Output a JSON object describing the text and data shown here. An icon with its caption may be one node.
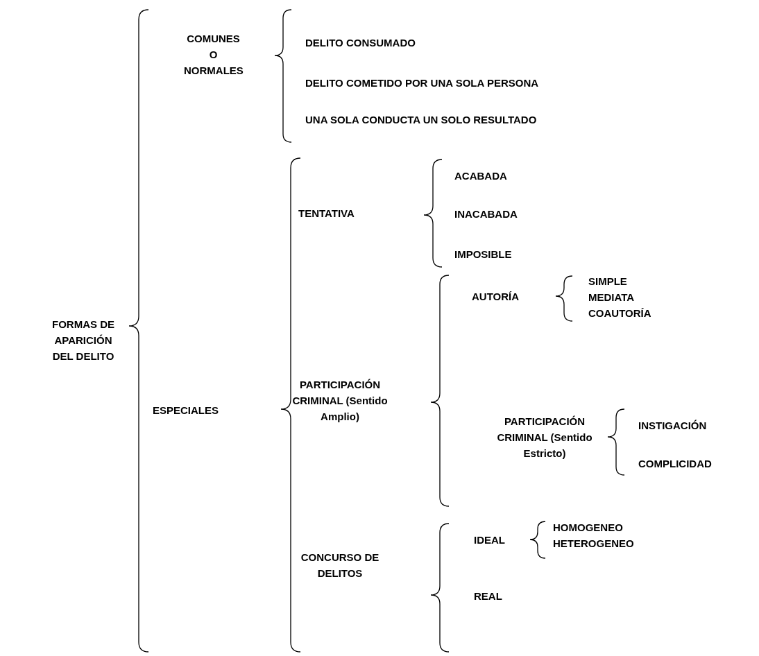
{
  "diagram": {
    "labels": [
      "FORMAS DE APARICIÓN DEL DELITO",
      "COMUNES O NORMALES",
      "DELITO CONSUMADO",
      "DELITO COMETIDO POR UNA SOLA PERSONA",
      "UNA SOLA CONDUCTA UN SOLO RESULTADO",
      "ESPECIALES",
      "TENTATIVA",
      "ACABADA",
      "INACABADA",
      "IMPOSIBLE",
      "PARTICIPACIÓN CRIMINAL (Sentido Amplio)",
      "AUTORÍA",
      "SIMPLE",
      "MEDIATA",
      "COAUTORÍA",
      "PARTICIPACIÓN CRIMINAL (Sentido Estricto)",
      "INSTIGACIÓN",
      "COMPLICIDAD",
      "CONCURSO DE DELITOS",
      "IDEAL",
      "HOMOGENEO",
      "HETEROGENEO",
      "REAL"
    ]
  }
}
